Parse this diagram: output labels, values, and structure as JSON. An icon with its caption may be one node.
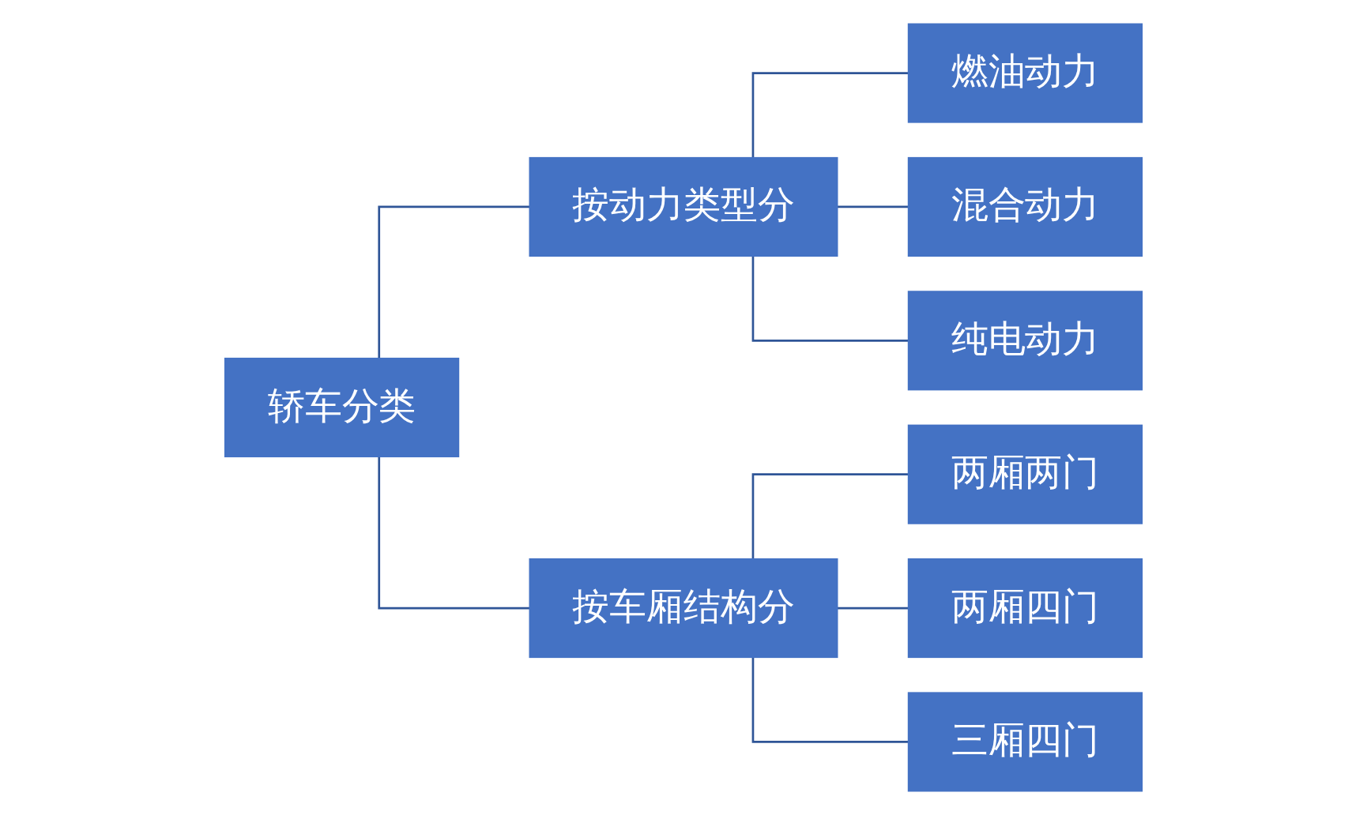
{
  "diagram": {
    "nodes": [
      {
        "text": [
          "轿车分类"
        ]
      },
      {
        "text": [
          "按动力类型分"
        ]
      },
      {
        "text": [
          "按车厢结构分"
        ]
      },
      {
        "text": [
          "燃油动力"
        ]
      },
      {
        "text": [
          "混合动力"
        ]
      },
      {
        "text": [
          "纯电动力"
        ]
      },
      {
        "text": [
          "两厢两门"
        ]
      },
      {
        "text": [
          "两厢四门"
        ]
      },
      {
        "text": [
          "三厢四门"
        ]
      }
    ],
    "edges": [
      {
        "from": 0,
        "to": 1,
        "arrow": "none"
      },
      {
        "from": 0,
        "to": 2,
        "arrow": "none"
      },
      {
        "from": 1,
        "to": 3,
        "arrow": "none"
      },
      {
        "from": 1,
        "to": 4,
        "arrow": "none"
      },
      {
        "from": 1,
        "to": 5,
        "arrow": "none"
      },
      {
        "from": 2,
        "to": 6,
        "arrow": "none"
      },
      {
        "from": 2,
        "to": 7,
        "arrow": "none"
      },
      {
        "from": 2,
        "to": 8,
        "arrow": "none"
      }
    ]
  }
}
